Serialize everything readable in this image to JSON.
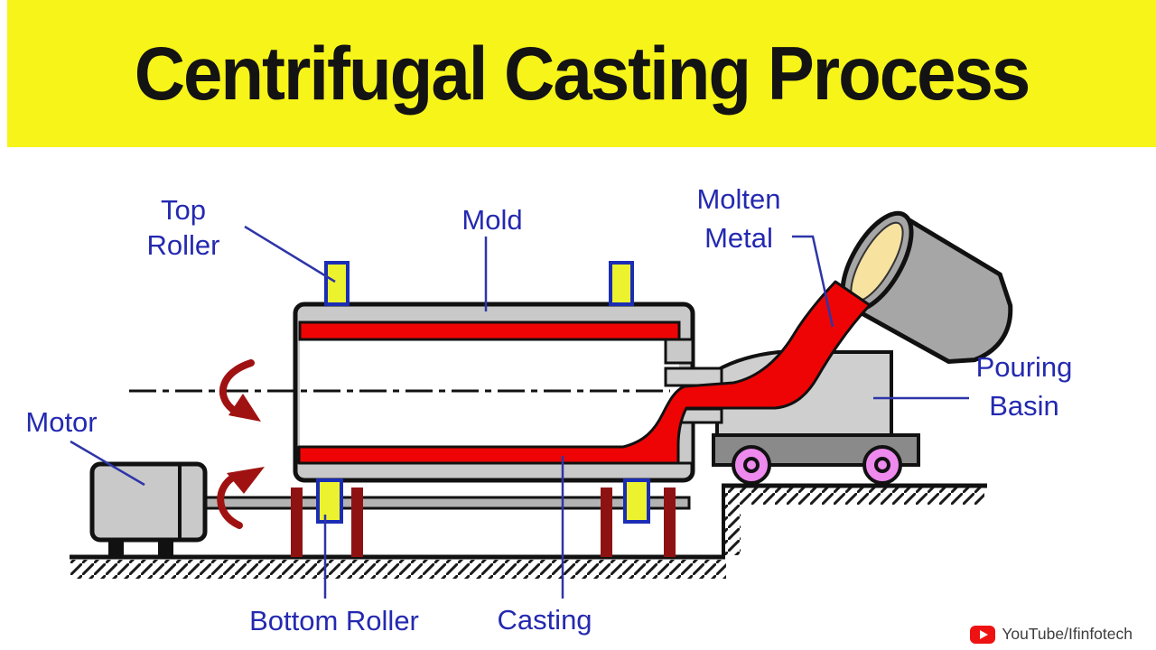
{
  "banner": {
    "title": "Centrifugal Casting Process",
    "background_color": "#f7f41a",
    "title_color": "#131313"
  },
  "diagram": {
    "labels": {
      "top_roller": [
        "Top",
        "Roller"
      ],
      "mold": "Mold",
      "molten_metal": [
        "Molten",
        "Metal"
      ],
      "pouring_basin": [
        "Pouring",
        "Basin"
      ],
      "motor": "Motor",
      "bottom_roller": "Bottom Roller",
      "casting": "Casting"
    },
    "colors": {
      "label_blue": "#2429b0",
      "leader_line_blue": "#2d35a8",
      "molten_metal_red": "#ee0404",
      "roller_yellow": "#ecf22e",
      "roller_border_blue": "#1b2db5",
      "support_post_dark_red": "#8f1212",
      "rotation_arrow_red": "#a01212",
      "wheel_violet": "#ee8aee",
      "machine_gray": "#c9c9c9",
      "cart_gray": "#8a8a8a",
      "ladle_gray": "#a6a6a6",
      "ladle_interior_cream": "#f7e2a0",
      "outline_black": "#111111"
    }
  },
  "watermark": {
    "text": "YouTube/Ifinfotech",
    "icon_color": "#ef1212"
  }
}
